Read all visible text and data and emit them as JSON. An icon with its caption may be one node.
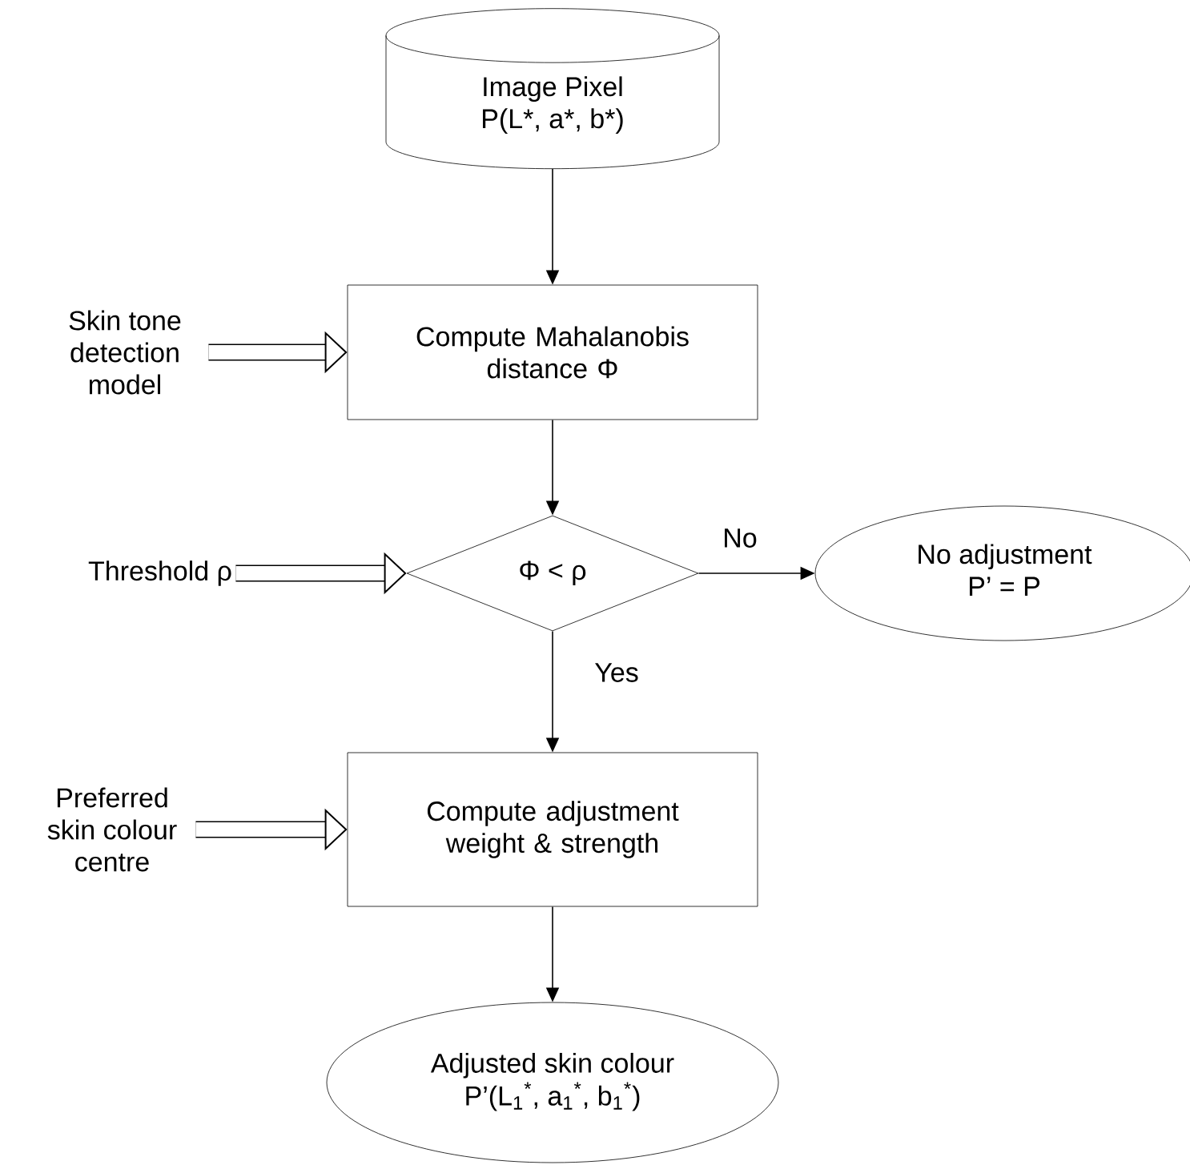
{
  "diagram": {
    "nodes": [
      {
        "text": [
          "Image Pixel",
          "P(L*, a*, b*)"
        ]
      },
      {
        "text": [
          "Skin tone detection model"
        ]
      },
      {
        "text": [
          "Compute Mahalanobis distance Φ"
        ]
      },
      {
        "text": [
          "Threshold ρ"
        ]
      },
      {
        "text": [
          "Φ < ρ"
        ]
      },
      {
        "text": [
          "No adjustment",
          "P’ = P"
        ]
      },
      {
        "text": [
          "Preferred skin colour centre"
        ]
      },
      {
        "text": [
          "Compute adjustment weight & strength"
        ]
      },
      {
        "text": [
          "Adjusted skin colour",
          "P’(L$_{1}$$^{*}$, a$_{1}$$^{*}$, b$_{1}$$^{*}$)"
        ]
      }
    ],
    "edges": [
      {
        "from": 0,
        "to": 2,
        "arrow": "to"
      },
      {
        "from": 1,
        "to": 2,
        "arrow": "to",
        "style": "thick"
      },
      {
        "from": 2,
        "to": 4,
        "arrow": "to"
      },
      {
        "from": 3,
        "to": 4,
        "arrow": "to",
        "style": "thick"
      },
      {
        "from": 4,
        "to": 5,
        "arrow": "to",
        "label": "No"
      },
      {
        "from": 4,
        "to": 7,
        "arrow": "to",
        "label": "Yes"
      },
      {
        "from": 6,
        "to": 7,
        "arrow": "to",
        "style": "thick"
      },
      {
        "from": 7,
        "to": 8,
        "arrow": "to"
      }
    ]
  }
}
